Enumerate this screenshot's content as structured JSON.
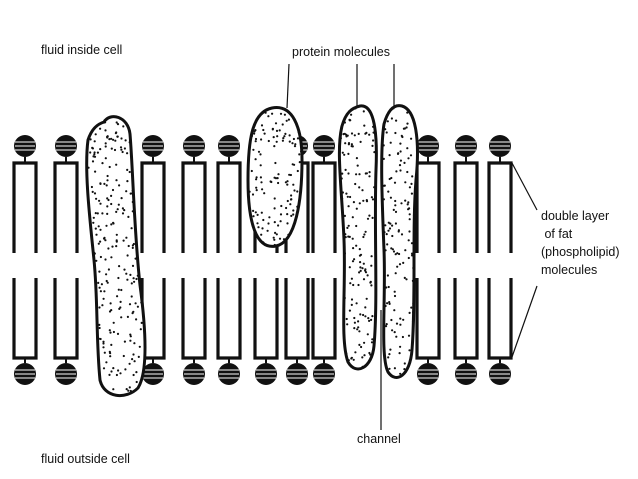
{
  "labels": {
    "fluid_inside": "fluid inside cell",
    "fluid_outside": "fluid outside cell",
    "protein": "protein molecules",
    "channel": "channel",
    "double_layer": [
      "double layer",
      " of fat",
      "(phospholipid)",
      "molecules"
    ]
  },
  "icons": {
    "phospholipid": "phospholipid-icon",
    "protein": "protein-blob-icon"
  },
  "colors": {
    "ink": "#111111",
    "paper": "#ffffff"
  }
}
